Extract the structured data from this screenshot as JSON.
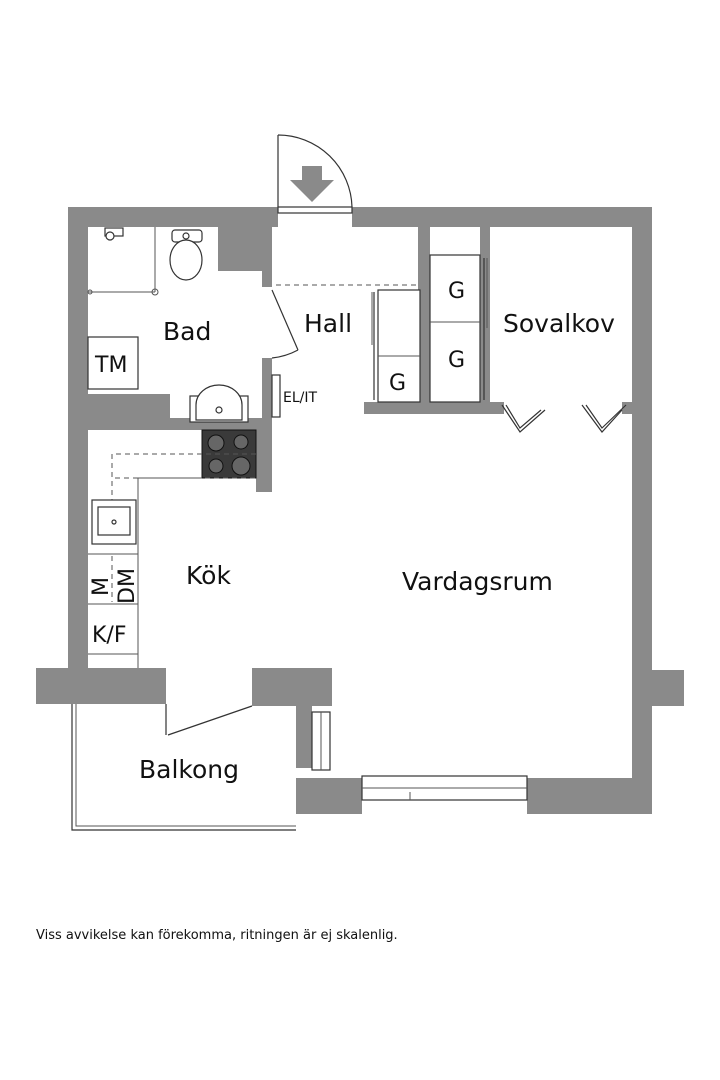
{
  "rooms": {
    "bad": "Bad",
    "hall": "Hall",
    "sovalkov": "Sovalkov",
    "kok": "Kök",
    "vardagsrum": "Vardagsrum",
    "balkong": "Balkong"
  },
  "fixtures": {
    "tm": "TM",
    "el_it": "EL/IT",
    "g_hall": "G",
    "g_top": "G",
    "g_bottom": "G",
    "m": "M",
    "dm": "DM",
    "kf": "K/F"
  },
  "icons": {
    "entrance": "entrance-arrow-icon"
  },
  "colors": {
    "wall": "#8a8a8a"
  },
  "footer": {
    "note": "Viss avvikelse kan förekomma, ritningen är ej skalenlig."
  }
}
